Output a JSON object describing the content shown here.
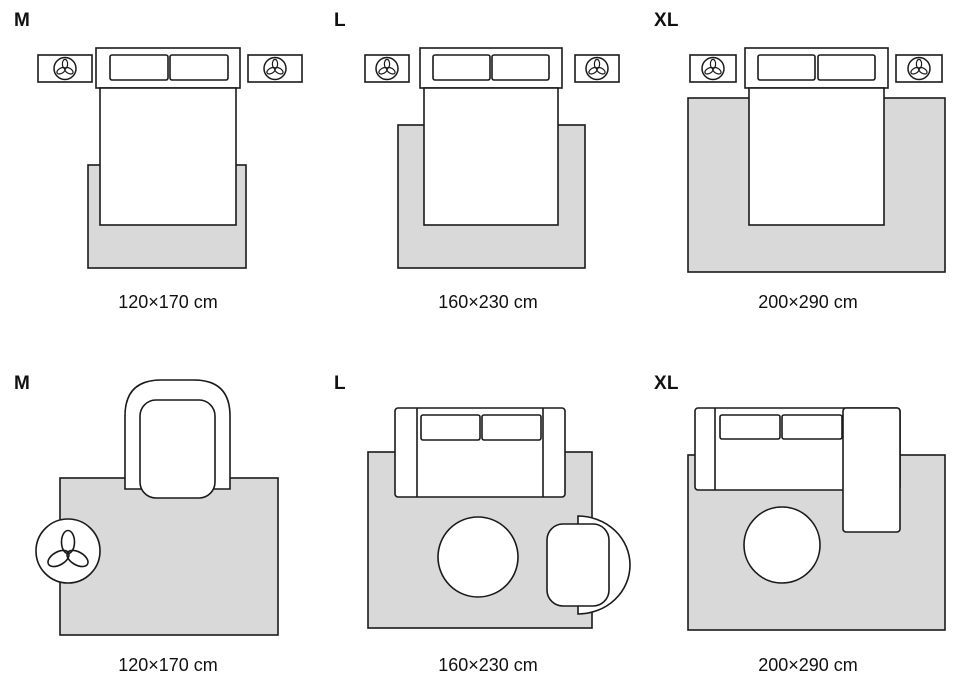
{
  "colors": {
    "rug": "#d9d9d9",
    "line": "#1a1a1a",
    "text": "#111111",
    "bg": "#ffffff"
  },
  "bedroom": [
    {
      "size": "M",
      "dims": "120×170 cm"
    },
    {
      "size": "L",
      "dims": "160×230 cm"
    },
    {
      "size": "XL",
      "dims": "200×290 cm"
    }
  ],
  "living": [
    {
      "size": "M",
      "dims": "120×170 cm"
    },
    {
      "size": "L",
      "dims": "160×230 cm"
    },
    {
      "size": "XL",
      "dims": "200×290 cm"
    }
  ],
  "icons": {
    "plant": "three-leaf-plant-icon"
  }
}
